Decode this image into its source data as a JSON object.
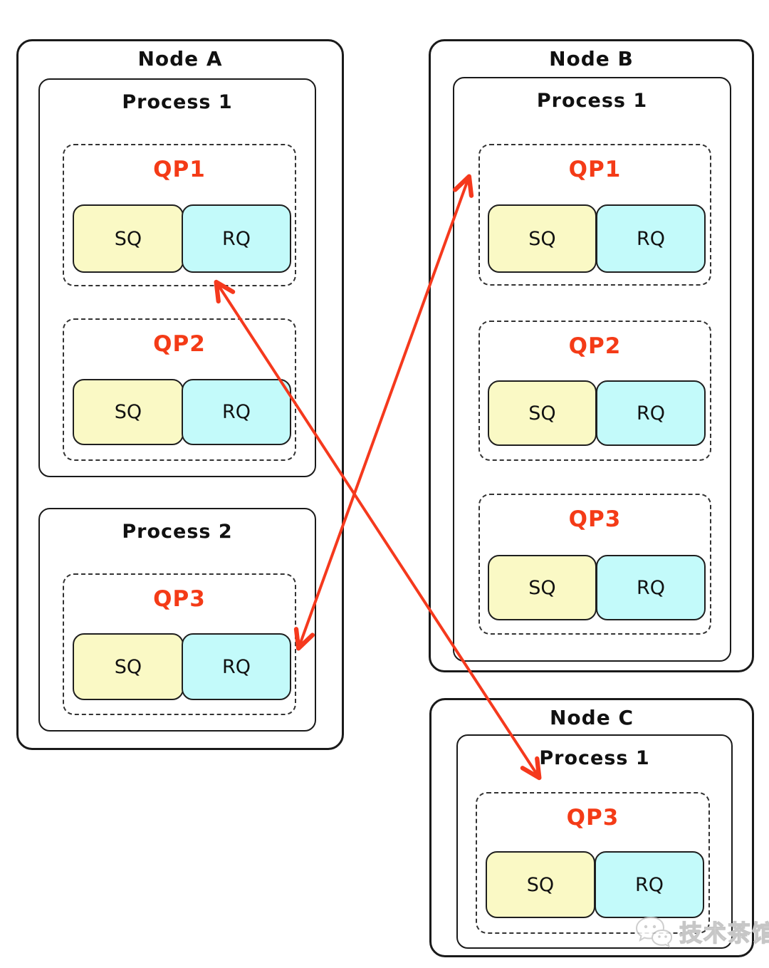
{
  "diagram": {
    "nodes": [
      {
        "title": "Node A",
        "processes": [
          {
            "title": "Process 1",
            "qps": [
              {
                "label": "QP1",
                "sq": "SQ",
                "rq": "RQ"
              },
              {
                "label": "QP2",
                "sq": "SQ",
                "rq": "RQ"
              }
            ]
          },
          {
            "title": "Process 2",
            "qps": [
              {
                "label": "QP3",
                "sq": "SQ",
                "rq": "RQ"
              }
            ]
          }
        ]
      },
      {
        "title": "Node B",
        "processes": [
          {
            "title": "Process 1",
            "qps": [
              {
                "label": "QP1",
                "sq": "SQ",
                "rq": "RQ"
              },
              {
                "label": "QP2",
                "sq": "SQ",
                "rq": "RQ"
              },
              {
                "label": "QP3",
                "sq": "SQ",
                "rq": "RQ"
              }
            ]
          }
        ]
      },
      {
        "title": "Node C",
        "processes": [
          {
            "title": "Process 1",
            "qps": [
              {
                "label": "QP3",
                "sq": "SQ",
                "rq": "RQ"
              }
            ]
          }
        ]
      }
    ],
    "connections": [
      {
        "from": "node-a-process-1-qp1",
        "to": "node-c-process-1-qp3",
        "bidirectional": true
      },
      {
        "from": "node-a-process-2-qp3",
        "to": "node-b-process-1-qp1",
        "bidirectional": true
      }
    ],
    "colors": {
      "sq_fill": "#FAF9C5",
      "rq_fill": "#C3FAFA",
      "qp_label_red": "#F43B17",
      "arrow_red": "#F5391D",
      "box_border": "#1A1A1A",
      "dashed_border": "#333333",
      "watermark_gray": "#C6C6C6"
    },
    "watermark": {
      "text": "技术茶馆",
      "icon": "wechat-chat-bubbles"
    }
  }
}
